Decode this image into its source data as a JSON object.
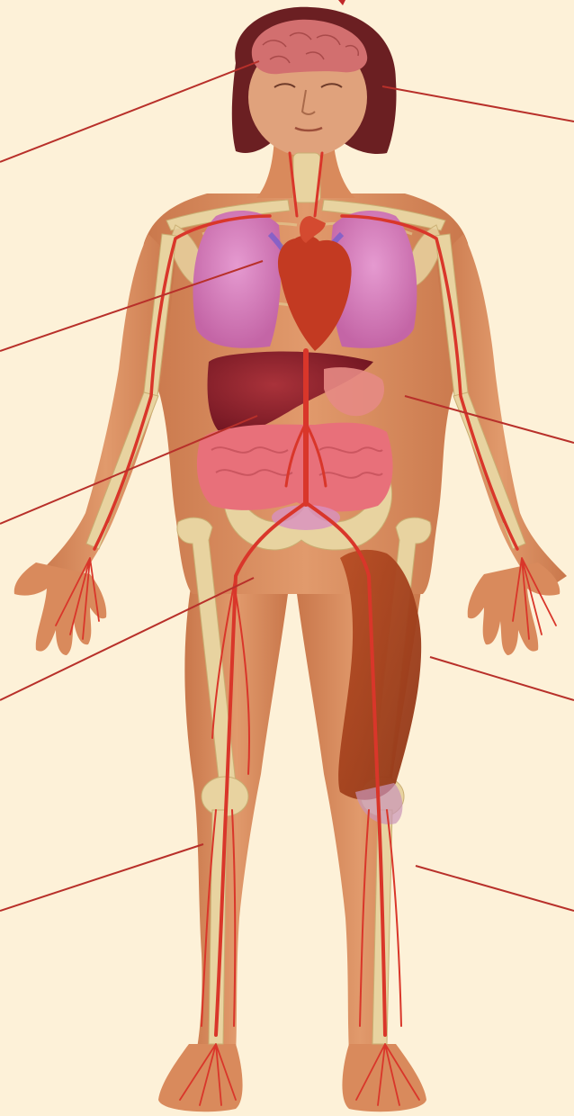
{
  "background_color": "#fdf1d8",
  "colors": {
    "skin": "#d98a5c",
    "skin_dark": "#b8643d",
    "bone": "#e8d3a0",
    "artery": "#d9362a",
    "lung": "#d77ab8",
    "heart": "#c33a22",
    "liver": "#8b1e26",
    "intestine": "#e8707a",
    "brain": "#d26f6f",
    "hair": "#6b1f22",
    "muscle": "#a9441f",
    "leader_line": "#b8302a"
  },
  "structures": [
    "head",
    "brain",
    "hair",
    "neck",
    "spine",
    "lungs",
    "heart",
    "liver",
    "stomach",
    "intestines",
    "pelvis",
    "arms",
    "hands",
    "legs",
    "thigh-muscle",
    "knees",
    "feet",
    "arteries",
    "veins"
  ],
  "label_leader_count": 9,
  "labels": [],
  "top_marker_visible": true
}
